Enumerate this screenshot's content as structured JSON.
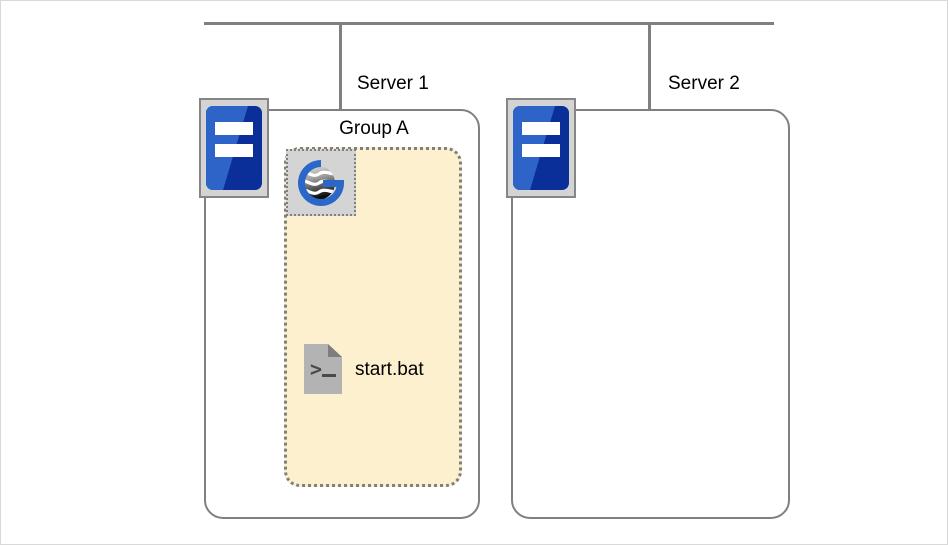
{
  "diagram": {
    "title": "Two-server deployment with a GlassFish instance group on Server 1",
    "type": "deployment-topology",
    "colors": {
      "bus_line": "#808080",
      "box_border": "#808080",
      "group_fill": "#FCF0CE",
      "group_border": "#7F7F7F",
      "icon_plate": "#D4D4D4",
      "icon_plate_border": "#868686",
      "server_blue_light": "#2E64C8",
      "server_blue_dark": "#0A2F99",
      "glassfish_blue": "#2B66C9",
      "file_gray": "#B3B3B3",
      "file_fold_gray": "#808080",
      "text": "#000000",
      "page_background": "#FFFFFF"
    },
    "network": {
      "bus_name": "network-bus",
      "drops": [
        {
          "name": "drop-to-server-1"
        },
        {
          "name": "drop-to-server-2"
        }
      ]
    },
    "servers": [
      {
        "label": "Server 1",
        "icon": "server-icon",
        "group": {
          "label": "Group A",
          "instance_icon": "glassfish-icon",
          "items": [
            {
              "label": "start.bat",
              "icon": "batch-file-icon"
            }
          ]
        }
      },
      {
        "label": "Server 2",
        "icon": "server-icon",
        "group": null
      }
    ]
  }
}
